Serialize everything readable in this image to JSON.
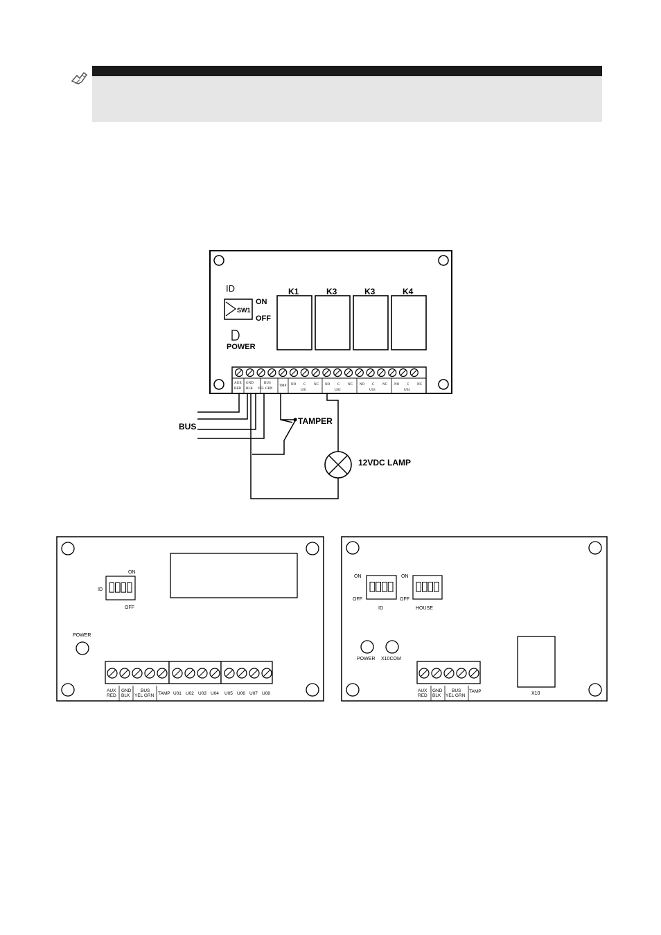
{
  "note": {
    "icon": "note-hand-icon",
    "text": ""
  },
  "relay_module": {
    "id_label": "ID",
    "sw_label": "SW1",
    "on_label": "ON",
    "off_label": "OFF",
    "power_label": "POWER",
    "relays": [
      "K1",
      "K3",
      "K3",
      "K4"
    ],
    "terminals_top": [
      "AUX",
      "GND",
      "BUS",
      "TMP",
      "NO",
      "C",
      "NC",
      "NO",
      "C",
      "NC",
      "NO",
      "C",
      "NC",
      "NO",
      "C",
      "NC"
    ],
    "terminals_bottom": [
      "RED",
      "BLK",
      "YEL GRN",
      "U01",
      "U02",
      "U03",
      "U04"
    ],
    "bus_label": "BUS",
    "tamper_label": "TAMPER",
    "lamp_label": "12VDC LAMP"
  },
  "output_module": {
    "on_label": "ON",
    "id_label": "ID",
    "off_label": "OFF",
    "power_label": "POWER",
    "terminals_top": [
      "AUX",
      "GND",
      "BUS"
    ],
    "terminals_bottom": [
      "RED",
      "BLK",
      "YEL GRN",
      "TAMP",
      "U01",
      "U02",
      "U03",
      "U04",
      "U05",
      "U06",
      "U07",
      "U08"
    ]
  },
  "x10_module": {
    "on_label": "ON",
    "off_label": "OFF",
    "id_label": "ID",
    "house_label": "HOUSE",
    "power_label": "POWER",
    "x10com_label": "X10COM",
    "terminals_top": [
      "AUX",
      "GND",
      "BUS"
    ],
    "terminals_bottom": [
      "RED",
      "BLK",
      "YEL GRN",
      "TAMP"
    ],
    "x10_label": "X10"
  }
}
